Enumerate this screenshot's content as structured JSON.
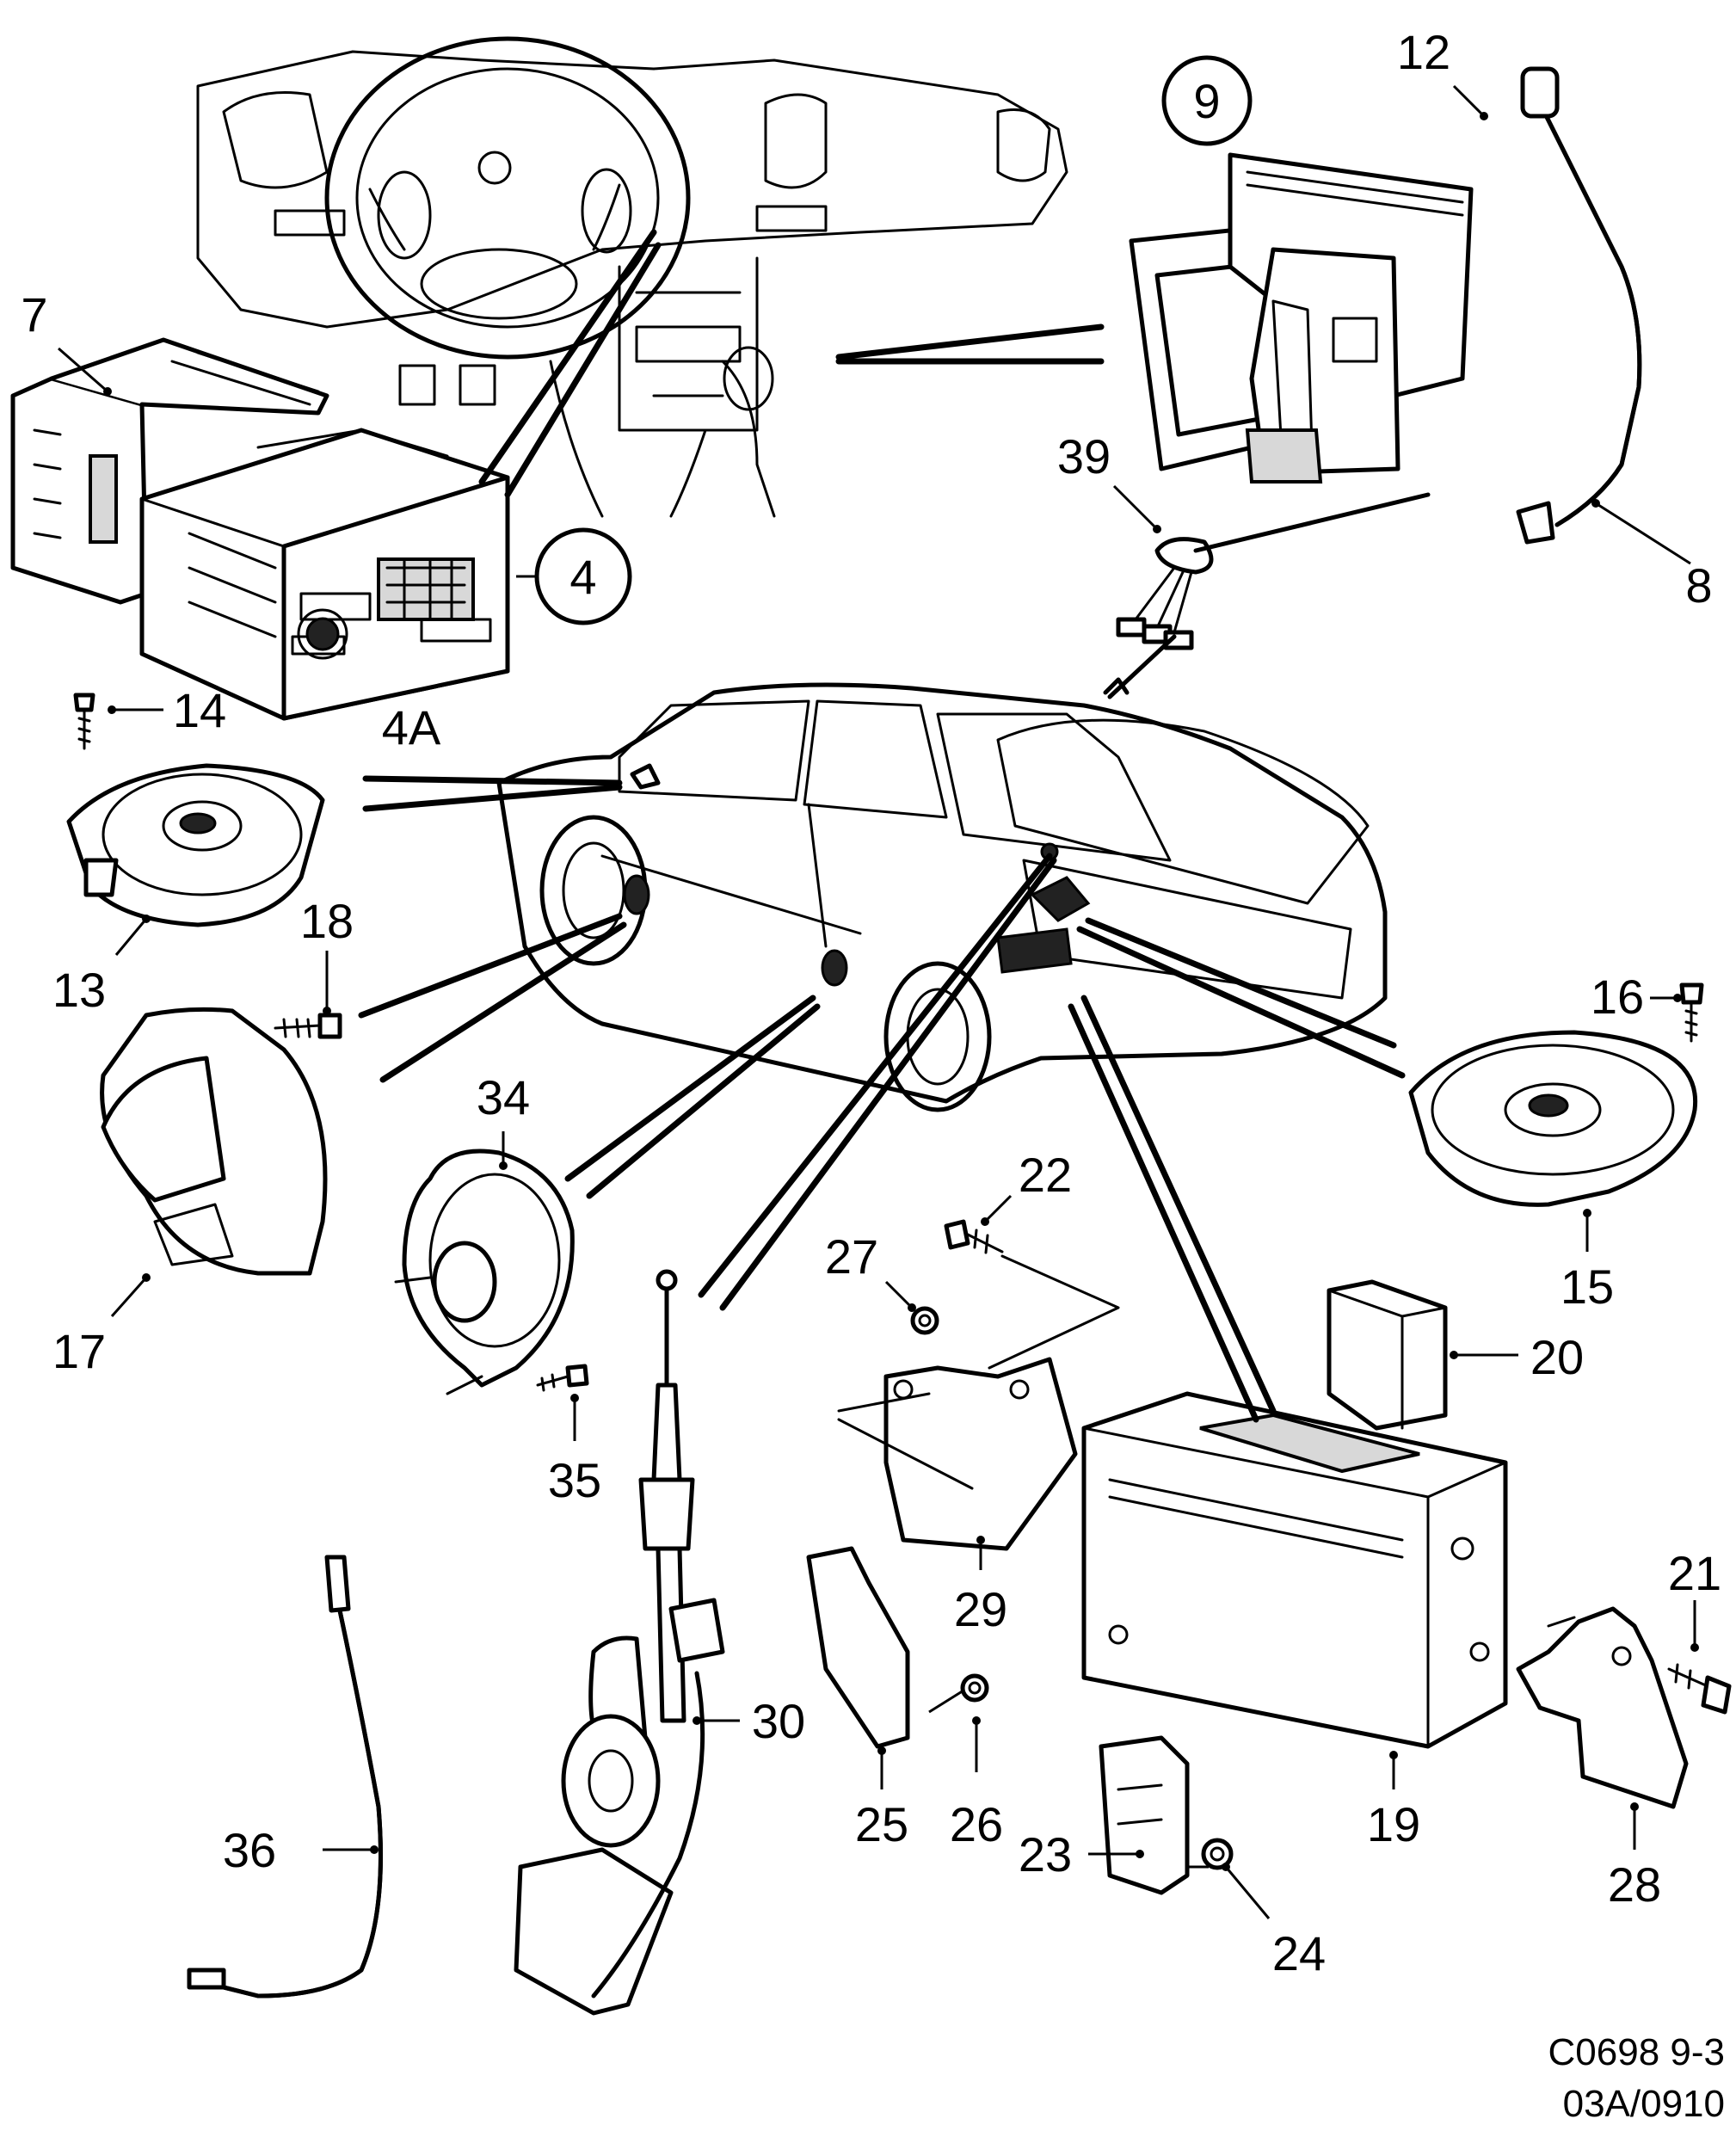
{
  "diagram": {
    "part_numbers": {
      "p4": "4",
      "p4a": "4A",
      "p7": "7",
      "p8": "8",
      "p9": "9",
      "p12": "12",
      "p13": "13",
      "p14": "14",
      "p15": "15",
      "p16": "16",
      "p17": "17",
      "p18": "18",
      "p19": "19",
      "p20": "20",
      "p21": "21",
      "p22": "22",
      "p23": "23",
      "p24": "24",
      "p25": "25",
      "p26": "26",
      "p27": "27",
      "p28": "28",
      "p29": "29",
      "p30": "30",
      "p34": "34",
      "p35": "35",
      "p36": "36",
      "p39": "39"
    },
    "footer": {
      "code": "C0698 9-3",
      "date": "03A/0910"
    }
  }
}
